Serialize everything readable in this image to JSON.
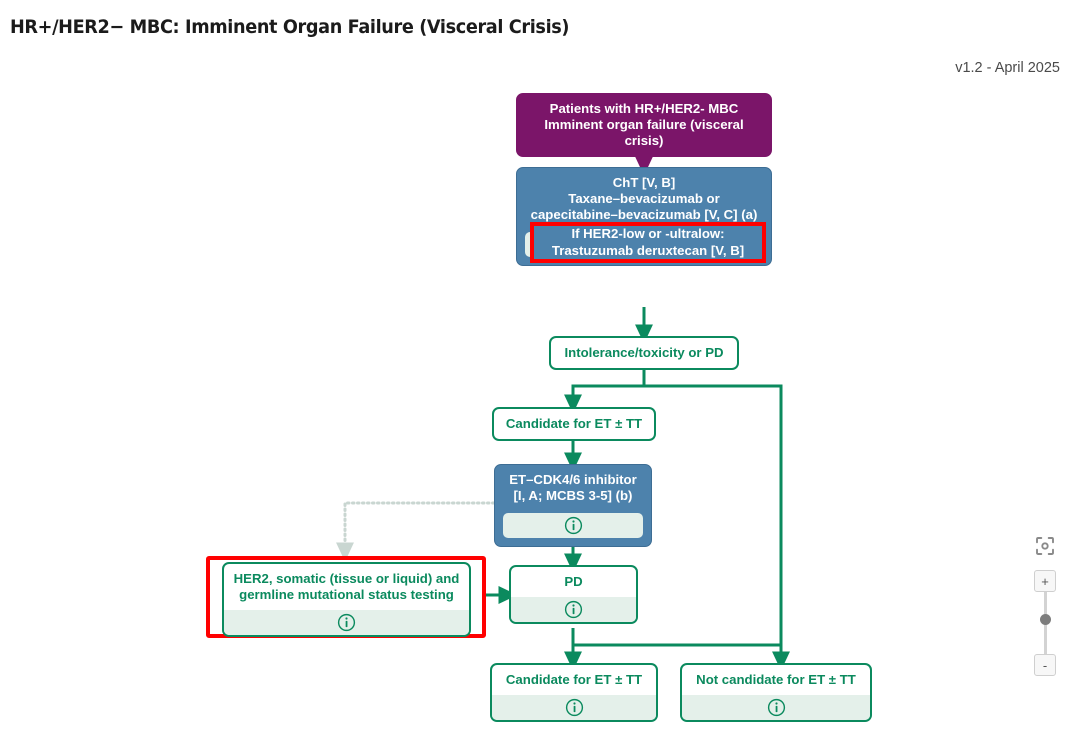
{
  "header": {
    "title": "HR+/HER2− MBC: Imminent Organ Failure (Visceral Crisis)",
    "version": "v1.2 - April 2025"
  },
  "colors": {
    "purple": "#7b1569",
    "blue": "#4d82ac",
    "green": "#0b8a5e",
    "info_bar": "#e4f0ea",
    "highlight_red": "#ff0000",
    "dotted_connector": "#c9d6d1"
  },
  "nodes": {
    "population": {
      "text": "Patients with HR+/HER2- MBC\nImminent organ failure (visceral crisis)",
      "style": "purple"
    },
    "cht": {
      "text": "ChT [V, B]\nTaxane–bevacizumab or\ncapecitabine–bevacizumab [V, C] (a)",
      "style": "blue",
      "info": "ⓘ"
    },
    "her2_low_callout": {
      "text": "If HER2-low or -ultralow:\nTrastuzumab deruxtecan [V, B]",
      "highlighted": true
    },
    "intolerance": {
      "text": "Intolerance/toxicity or PD",
      "style": "green"
    },
    "candidate_et_tt_upper": {
      "text": "Candidate for ET ± TT",
      "style": "green"
    },
    "et_cdk46": {
      "text": "ET–CDK4/6 inhibitor\n[I, A; MCBS 3-5] (b)",
      "style": "blue",
      "info": "ⓘ"
    },
    "her2_testing": {
      "text": "HER2, somatic (tissue or liquid) and\ngermline mutational status testing",
      "style": "green",
      "info": "ⓘ",
      "highlighted": true
    },
    "pd": {
      "text": "PD",
      "style": "green",
      "info": "ⓘ"
    },
    "candidate_et_tt_lower": {
      "text": "Candidate for ET ± TT",
      "style": "green",
      "info": "ⓘ"
    },
    "not_candidate_et_tt": {
      "text": "Not candidate for ET ± TT",
      "style": "green",
      "info": "ⓘ"
    }
  },
  "info_glyph": "ⓘ",
  "zoom_controls": {
    "fit_icon": "fit-to-screen-icon",
    "zoom_in_label": "+",
    "zoom_out_label": "-"
  }
}
